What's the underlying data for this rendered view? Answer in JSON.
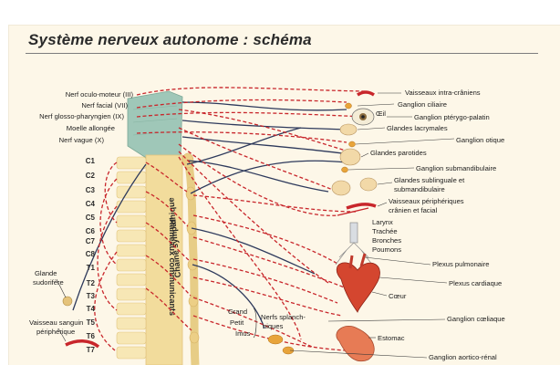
{
  "title": "Système nerveux autonome : schéma",
  "left_labels": {
    "nerves": [
      "Nerf oculo-moteur (III)",
      "Nerf facial (VII)",
      "Nerf glosso-pharyngien (IX)",
      "Moelle allongée",
      "Nerf vague (X)"
    ],
    "glande_sudorifere": [
      "Glande",
      "sudorifère"
    ],
    "vaisseau_sanguin": [
      "Vaisseau sanguin",
      "périphérique"
    ]
  },
  "segments": [
    "C1",
    "C2",
    "C3",
    "C4",
    "C5",
    "C6",
    "C7",
    "C8",
    "T1",
    "T2",
    "T3",
    "T4",
    "T5",
    "T6",
    "T7"
  ],
  "center_labels": {
    "nerfs_splanchniques": [
      "Grand",
      "Petit",
      "Imus",
      "Nerfs splanch-",
      "niques"
    ],
    "vertical_1": "Rameaux communicants",
    "vertical_2": "Chaîne sympathique"
  },
  "right_labels": {
    "vaisseaux_intracraniens": "Vaisseaux intra-crâniens",
    "ganglion_ciliaire": "Ganglion ciliaire",
    "oeil": "Œil",
    "ganglion_pterygo": "Ganglion ptérygo-palatin",
    "glandes_lacrymales": "Glandes lacrymales",
    "ganglion_otique": "Ganglion otique",
    "glandes_parotides": "Glandes parotides",
    "ganglion_submandibulaire": "Ganglion submandibulaire",
    "glandes_sublinguales": [
      "Glandes sublinguale et",
      "submandibulaire"
    ],
    "vaisseaux_peripheriques": [
      "Vaisseaux périphériques",
      "crânien et facial"
    ],
    "poumons_group": [
      "Larynx",
      "Trachée",
      "Bronches",
      "Poumons"
    ],
    "plexus_pulmonaire": "Plexus pulmonaire",
    "plexus_cardiaque": "Plexus cardiaque",
    "coeur": "Cœur",
    "ganglion_coeliaque": "Ganglion cœliaque",
    "estomac": "Estomac",
    "ganglion_aortico_renal": "Ganglion aortico-rénal"
  },
  "colors": {
    "parasympathetic_red": "#c8262b",
    "sympathetic_blue": "#2e3a5c",
    "medulla_teal": "#9fc7b8",
    "spine_beige": "#f2dc9c",
    "paper": "#fdf7e8"
  }
}
